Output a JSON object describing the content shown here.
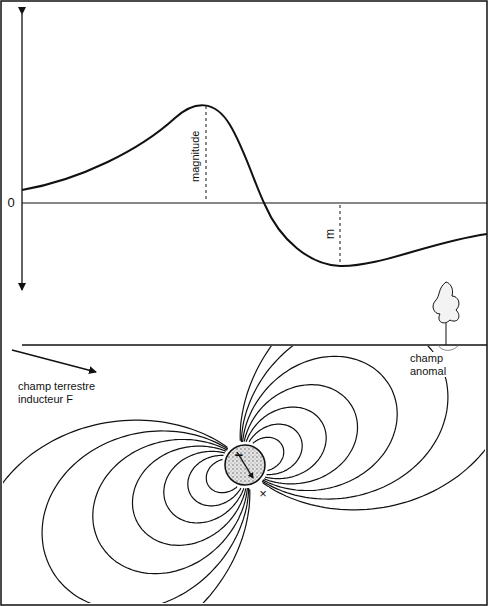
{
  "diagram": {
    "labels": [
      "0",
      "magnitude",
      "m",
      "champ terrestre inducteur F",
      "champ anomal",
      "−",
      "×"
    ]
  }
}
